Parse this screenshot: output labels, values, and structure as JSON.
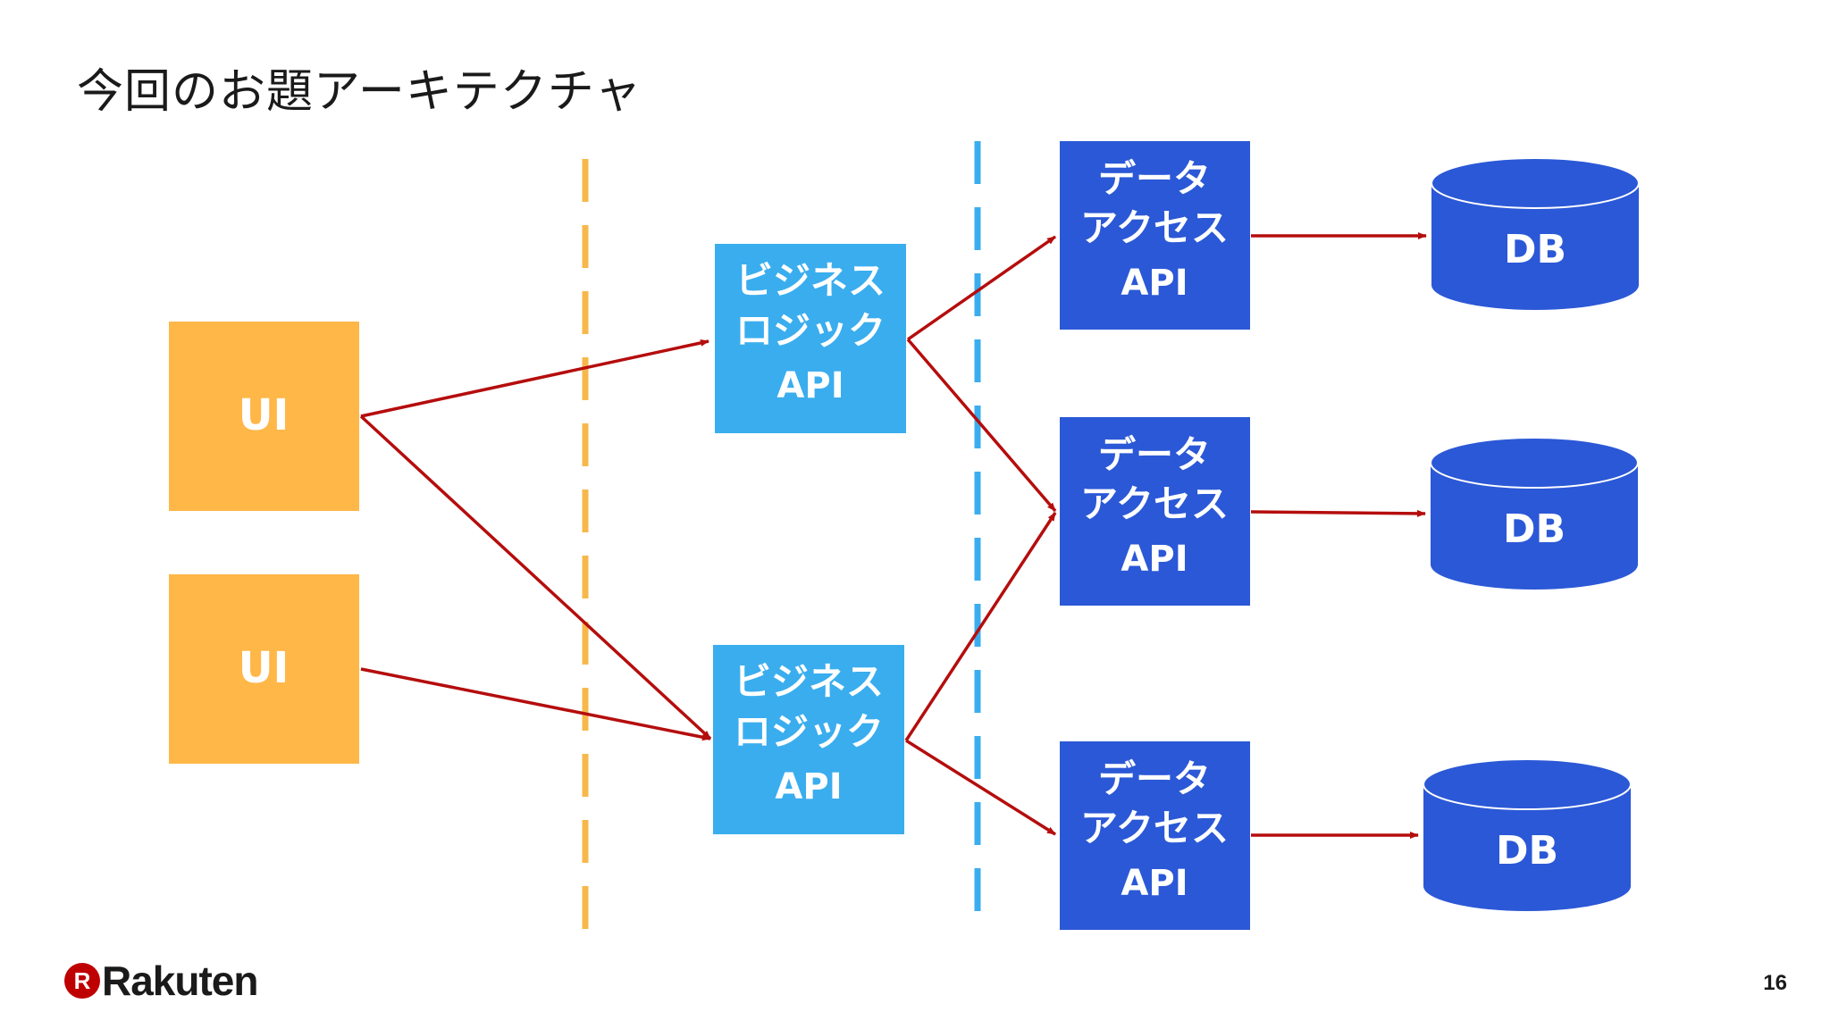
{
  "slide": {
    "title": "今回のお題アーキテクチャ",
    "page_number": "16"
  },
  "brand": {
    "logo_mark": "R",
    "logo_text": "Rakuten"
  },
  "colors": {
    "ui_box": "#FFB748",
    "business_box": "#3AADEE",
    "data_box": "#2B58D6",
    "db": "#2B58D6",
    "arrow": "#B50D0D",
    "orange_divider": "#F7B84B",
    "blue_divider": "#3AADEE",
    "logo_red": "#BF0000"
  },
  "diagram": {
    "ui_boxes": [
      {
        "label": "UI"
      },
      {
        "label": "UI"
      }
    ],
    "business_logic_boxes": [
      {
        "line1": "ビジネス",
        "line2": "ロジック",
        "line3": "API"
      },
      {
        "line1": "ビジネス",
        "line2": "ロジック",
        "line3": "API"
      }
    ],
    "data_access_boxes": [
      {
        "line1": "データ",
        "line2": "アクセス",
        "line3": "API"
      },
      {
        "line1": "データ",
        "line2": "アクセス",
        "line3": "API"
      },
      {
        "line1": "データ",
        "line2": "アクセス",
        "line3": "API"
      }
    ],
    "databases": [
      {
        "label": "DB"
      },
      {
        "label": "DB"
      },
      {
        "label": "DB"
      }
    ],
    "edges": [
      {
        "from": "ui-1",
        "to": "business-logic-1"
      },
      {
        "from": "ui-1",
        "to": "business-logic-2"
      },
      {
        "from": "ui-2",
        "to": "business-logic-2"
      },
      {
        "from": "business-logic-1",
        "to": "data-access-1"
      },
      {
        "from": "business-logic-1",
        "to": "data-access-2"
      },
      {
        "from": "business-logic-2",
        "to": "data-access-2"
      },
      {
        "from": "business-logic-2",
        "to": "data-access-3"
      },
      {
        "from": "data-access-1",
        "to": "db-1"
      },
      {
        "from": "data-access-2",
        "to": "db-2"
      },
      {
        "from": "data-access-3",
        "to": "db-3"
      }
    ]
  }
}
